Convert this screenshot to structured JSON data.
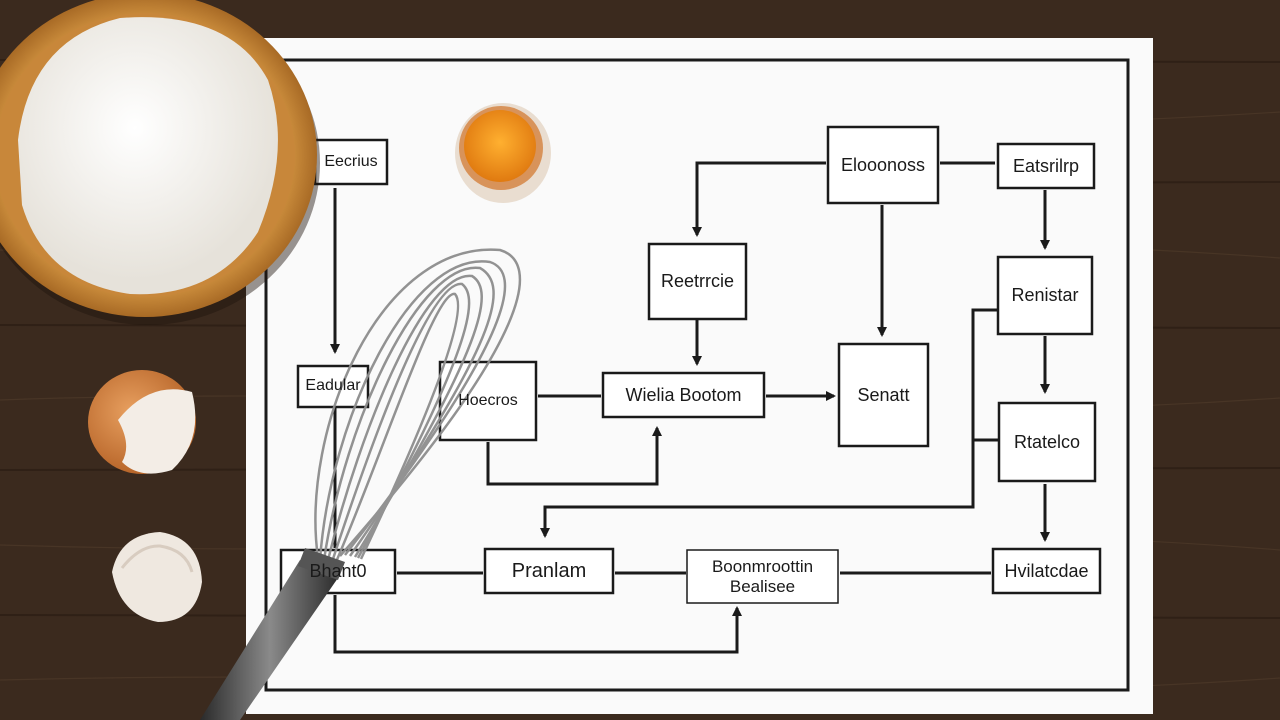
{
  "diagram": {
    "nodes": [
      {
        "id": "n1",
        "label": "Eecrius"
      },
      {
        "id": "n2",
        "label": "Elooonoss"
      },
      {
        "id": "n3",
        "label": "Eatsrilrp"
      },
      {
        "id": "n4",
        "label": "Reetrrcie"
      },
      {
        "id": "n5",
        "label": "Renistar"
      },
      {
        "id": "n6",
        "label": "Eadular"
      },
      {
        "id": "n7",
        "label": "Hoecros"
      },
      {
        "id": "n8",
        "label": "Wielia Bootom"
      },
      {
        "id": "n9",
        "label": "Senatt"
      },
      {
        "id": "n10",
        "label": "Rtatelco"
      },
      {
        "id": "n11",
        "label": "Bhant0"
      },
      {
        "id": "n12",
        "label": "Pranlam"
      },
      {
        "id": "n13",
        "label": "Boonmroottin\nBealisee"
      },
      {
        "id": "n14",
        "label": "Hvilatcdae"
      }
    ]
  },
  "scene": {
    "table_color": "#3b2a1e",
    "paper_color": "#fafafa",
    "items": [
      "flour-bowl",
      "egg-yolk-in-shell",
      "broken-egg-shell",
      "empty-egg-shell",
      "whisk"
    ]
  }
}
